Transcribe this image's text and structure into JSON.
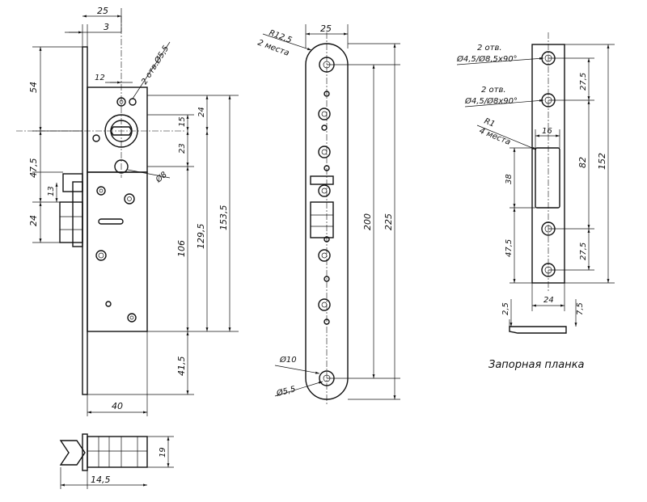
{
  "lock_body": {
    "dims": {
      "top_width": "25",
      "top_offset": "3",
      "total_height": "54",
      "hole_spacing": "12",
      "hole_note": "2 отв.Ø5,5",
      "d15": "15",
      "d24": "24",
      "d23": "23",
      "d8": "Ø8",
      "d47_5": "47,5",
      "d13": "13",
      "d24_left": "24",
      "d106": "106",
      "d129_5": "129,5",
      "d153_5": "153,5",
      "d41_5": "41,5",
      "width_40": "40"
    }
  },
  "bottom_view": {
    "dims": {
      "width_14_5": "14,5",
      "height_19": "19"
    }
  },
  "faceplate": {
    "dims": {
      "width_25": "25",
      "radius": "R12,5",
      "radius_count": "2 места",
      "length_200": "200",
      "length_225": "225",
      "d10": "Ø10",
      "d5_5": "Ø5,5"
    }
  },
  "strike": {
    "caption": "Запорная планка",
    "dims": {
      "holes1": "2 отв.",
      "holes1_spec": "Ø4,5/Ø8,5х90°",
      "holes2": "2 отв.",
      "holes2_spec": "Ø4,5/Ø8х90°",
      "r1": "R1",
      "r1_count": "4 места",
      "w16": "16",
      "h27_5_top": "27,5",
      "h82": "82",
      "h152": "152",
      "h38": "38",
      "h47_5": "47,5",
      "h27_5_bot": "27,5",
      "w24": "24",
      "t2_5": "2,5",
      "t7_5": "7,5"
    }
  }
}
